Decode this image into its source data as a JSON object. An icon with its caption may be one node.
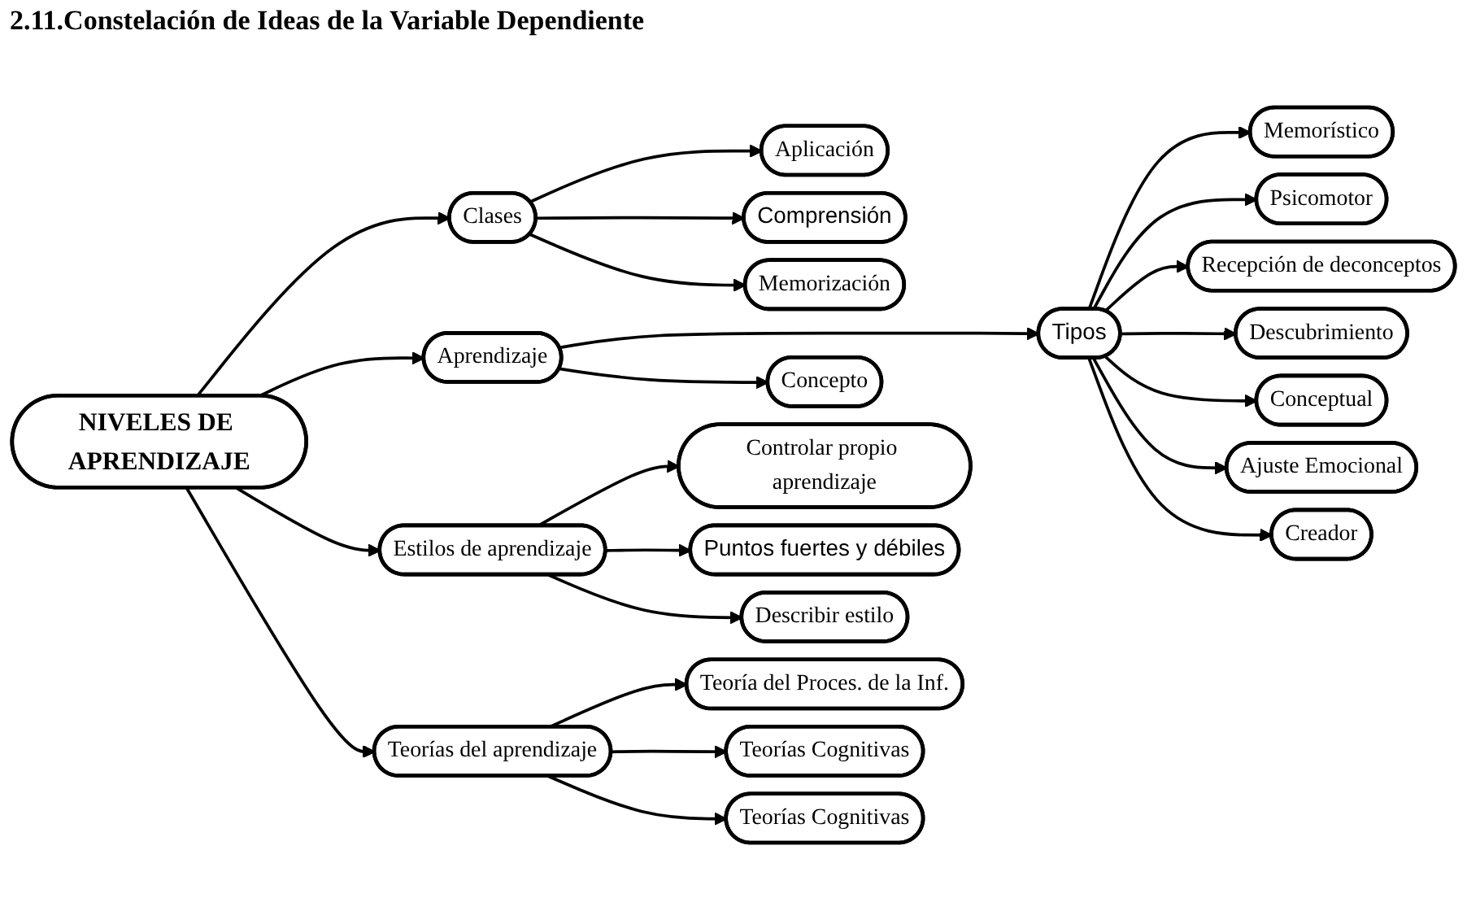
{
  "diagram": {
    "title": "2.11.Constelación de Ideas de la Variable Dependiente",
    "nodes": [
      {
        "text": [
          "Psicomotor"
        ]
      },
      {
        "text": [
          "Memorístico"
        ]
      },
      {
        "text": [
          "Aplicación"
        ]
      },
      {
        "text": [
          "Recepción de deconceptos"
        ]
      },
      {
        "text": [
          "Descubrimiento"
        ]
      },
      {
        "text": [
          "Comprensión"
        ]
      },
      {
        "text": [
          "Concepto"
        ]
      },
      {
        "text": [
          "Tipos"
        ]
      },
      {
        "text": [
          "Conceptual"
        ]
      },
      {
        "text": [
          "Clases"
        ]
      },
      {
        "text": [
          "Aprendizaje"
        ]
      },
      {
        "text": [
          "Ajuste Emocional"
        ]
      },
      {
        "text": [
          "Creador"
        ]
      },
      {
        "text": [
          "Memorización"
        ]
      },
      {
        "text": [
          "NIVELES DE APRENDIZAJE"
        ]
      },
      {
        "text": [
          "Teoría del Proces. de la Inf."
        ]
      },
      {
        "text": [
          "Estilos de aprendizaje"
        ]
      },
      {
        "text": [
          "Teorías del aprendizaje"
        ]
      },
      {
        "text": [
          "Controlar propio aprendizaje"
        ]
      },
      {
        "text": [
          "Describir estilo"
        ]
      },
      {
        "text": [
          "Teorías Cognitivas"
        ]
      },
      {
        "text": [
          "Teorías Cognitivas"
        ]
      },
      {
        "text": [
          "Puntos fuertes y débiles"
        ]
      }
    ],
    "edges": [
      {
        "from": 14,
        "to": 9,
        "arrow": "to"
      },
      {
        "from": 14,
        "to": 10,
        "arrow": "to"
      },
      {
        "from": 14,
        "to": 16,
        "arrow": "to"
      },
      {
        "from": 14,
        "to": 17,
        "arrow": "to"
      },
      {
        "from": 9,
        "to": 2,
        "arrow": "to"
      },
      {
        "from": 9,
        "to": 5,
        "arrow": "to"
      },
      {
        "from": 9,
        "to": 13,
        "arrow": "to"
      },
      {
        "from": 10,
        "to": 7,
        "arrow": "to"
      },
      {
        "from": 10,
        "to": 6,
        "arrow": "to"
      },
      {
        "from": 7,
        "to": 1,
        "arrow": "to"
      },
      {
        "from": 7,
        "to": 0,
        "arrow": "to"
      },
      {
        "from": 7,
        "to": 3,
        "arrow": "to"
      },
      {
        "from": 7,
        "to": 4,
        "arrow": "to"
      },
      {
        "from": 7,
        "to": 8,
        "arrow": "to"
      },
      {
        "from": 7,
        "to": 11,
        "arrow": "to"
      },
      {
        "from": 7,
        "to": 12,
        "arrow": "to"
      },
      {
        "from": 17,
        "to": 15,
        "arrow": "to"
      },
      {
        "from": 17,
        "to": 20,
        "arrow": "to"
      },
      {
        "from": 17,
        "to": 21,
        "arrow": "to"
      },
      {
        "from": 16,
        "to": 18,
        "arrow": "to"
      },
      {
        "from": 16,
        "to": 22,
        "arrow": "to"
      },
      {
        "from": 16,
        "to": 19,
        "arrow": "to"
      }
    ]
  }
}
